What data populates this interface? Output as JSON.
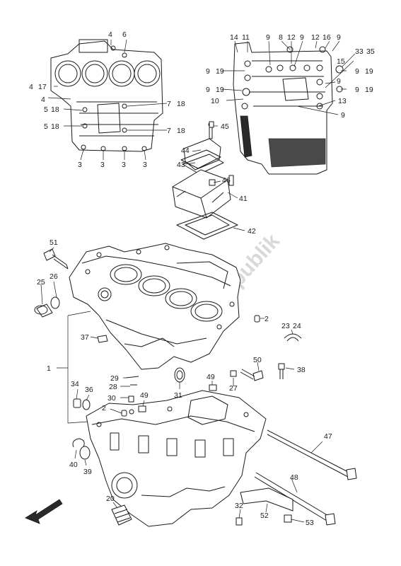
{
  "watermark_text": "PartsRepublik",
  "callouts": [
    {
      "id": "c4a",
      "text": "4"
    },
    {
      "id": "c6",
      "text": "6"
    },
    {
      "id": "c4b",
      "text": "4"
    },
    {
      "id": "c17",
      "text": "17"
    },
    {
      "id": "c4c",
      "text": "4"
    },
    {
      "id": "c5a",
      "text": "5"
    },
    {
      "id": "c18a",
      "text": "18"
    },
    {
      "id": "c5b",
      "text": "5"
    },
    {
      "id": "c18b",
      "text": "18"
    },
    {
      "id": "c7a",
      "text": "7"
    },
    {
      "id": "c18c",
      "text": "18"
    },
    {
      "id": "c7b",
      "text": "7"
    },
    {
      "id": "c18d",
      "text": "18"
    },
    {
      "id": "c3a",
      "text": "3"
    },
    {
      "id": "c3b",
      "text": "3"
    },
    {
      "id": "c3c",
      "text": "3"
    },
    {
      "id": "c3d",
      "text": "3"
    },
    {
      "id": "c14",
      "text": "14"
    },
    {
      "id": "c11",
      "text": "11"
    },
    {
      "id": "c9a",
      "text": "9"
    },
    {
      "id": "c8",
      "text": "8"
    },
    {
      "id": "c9b",
      "text": "9"
    },
    {
      "id": "c12a",
      "text": "12"
    },
    {
      "id": "c12b",
      "text": "12"
    },
    {
      "id": "c16",
      "text": "16"
    },
    {
      "id": "c9c",
      "text": "9"
    },
    {
      "id": "c33",
      "text": "33"
    },
    {
      "id": "c35",
      "text": "35"
    },
    {
      "id": "c9d",
      "text": "9"
    },
    {
      "id": "c19a",
      "text": "19"
    },
    {
      "id": "c15",
      "text": "15"
    },
    {
      "id": "c9e",
      "text": "9"
    },
    {
      "id": "c19b",
      "text": "19"
    },
    {
      "id": "c9f",
      "text": "9"
    },
    {
      "id": "c9g",
      "text": "9"
    },
    {
      "id": "c19c",
      "text": "19"
    },
    {
      "id": "c9h",
      "text": "9"
    },
    {
      "id": "c19d",
      "text": "19"
    },
    {
      "id": "c10",
      "text": "10"
    },
    {
      "id": "c13",
      "text": "13"
    },
    {
      "id": "c9i",
      "text": "9"
    },
    {
      "id": "c45",
      "text": "45"
    },
    {
      "id": "c44",
      "text": "44"
    },
    {
      "id": "c43",
      "text": "43"
    },
    {
      "id": "c46",
      "text": "46"
    },
    {
      "id": "c41",
      "text": "41"
    },
    {
      "id": "c42",
      "text": "42"
    },
    {
      "id": "c51",
      "text": "51"
    },
    {
      "id": "c26",
      "text": "26"
    },
    {
      "id": "c25",
      "text": "25"
    },
    {
      "id": "c2a",
      "text": "2"
    },
    {
      "id": "c23",
      "text": "23"
    },
    {
      "id": "c24",
      "text": "24"
    },
    {
      "id": "c37",
      "text": "37"
    },
    {
      "id": "c1",
      "text": "1"
    },
    {
      "id": "c50",
      "text": "50"
    },
    {
      "id": "c38",
      "text": "38"
    },
    {
      "id": "c29",
      "text": "29"
    },
    {
      "id": "c28",
      "text": "28"
    },
    {
      "id": "c30",
      "text": "30"
    },
    {
      "id": "c34",
      "text": "34"
    },
    {
      "id": "c36",
      "text": "36"
    },
    {
      "id": "c31",
      "text": "31"
    },
    {
      "id": "c49a",
      "text": "49"
    },
    {
      "id": "c49b",
      "text": "49"
    },
    {
      "id": "c27",
      "text": "27"
    },
    {
      "id": "c2b",
      "text": "2"
    },
    {
      "id": "c47",
      "text": "47"
    },
    {
      "id": "c40",
      "text": "40"
    },
    {
      "id": "c39",
      "text": "39"
    },
    {
      "id": "c48",
      "text": "48"
    },
    {
      "id": "c20",
      "text": "20"
    },
    {
      "id": "c32",
      "text": "32"
    },
    {
      "id": "c52",
      "text": "52"
    },
    {
      "id": "c53",
      "text": "53"
    }
  ]
}
